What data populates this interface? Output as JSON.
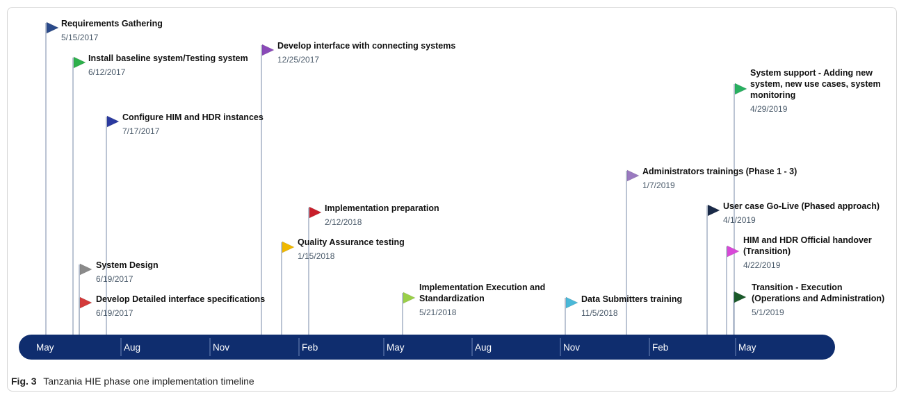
{
  "caption": {
    "label": "Fig. 3",
    "text": "Tanzania HIE phase one implementation timeline"
  },
  "colors": {
    "bar": "#0f2d6e",
    "stem": "#aab6c8",
    "title": "#111111",
    "date": "#4a5a6a"
  },
  "months": [
    "May",
    "Aug",
    "Nov",
    "Feb",
    "May",
    "Aug",
    "Nov",
    "Feb",
    "May"
  ],
  "events": [
    {
      "id": "requirements-gathering",
      "title": [
        "Requirements Gathering"
      ],
      "date": "5/15/2017",
      "color": "#2a4a8a"
    },
    {
      "id": "install-baseline-system",
      "title": [
        "Install baseline system/Testing system"
      ],
      "date": "6/12/2017",
      "color": "#2db04b"
    },
    {
      "id": "configure-him-hdr",
      "title": [
        "Configure HIM and HDR instances"
      ],
      "date": "7/17/2017",
      "color": "#2b3aa0"
    },
    {
      "id": "system-design",
      "title": [
        "System Design"
      ],
      "date": "6/19/2017",
      "color": "#8a8a8a"
    },
    {
      "id": "develop-detailed-interface-specs",
      "title": [
        "Develop Detailed interface specifications"
      ],
      "date": "6/19/2017",
      "color": "#d43a3a"
    },
    {
      "id": "develop-interface-connecting-systems",
      "title": [
        "Develop interface with connecting systems"
      ],
      "date": "12/25/2017",
      "color": "#8a4ab8"
    },
    {
      "id": "quality-assurance-testing",
      "title": [
        "Quality Assurance testing"
      ],
      "date": "1/15/2018",
      "color": "#f0b800"
    },
    {
      "id": "implementation-preparation",
      "title": [
        "Implementation preparation"
      ],
      "date": "2/12/2018",
      "color": "#c81e2a"
    },
    {
      "id": "implementation-execution-standardization",
      "title": [
        "Implementation Execution and",
        "Standardization"
      ],
      "date": "5/21/2018",
      "color": "#9ad048"
    },
    {
      "id": "data-submitters-training",
      "title": [
        "Data Submitters training"
      ],
      "date": "11/5/2018",
      "color": "#4ab8d8"
    },
    {
      "id": "administrators-trainings",
      "title": [
        "Administrators trainings (Phase 1 - 3)"
      ],
      "date": "1/7/2019",
      "color": "#9a7ac0"
    },
    {
      "id": "user-case-go-live",
      "title": [
        "User case Go-Live (Phased approach)"
      ],
      "date": "4/1/2019",
      "color": "#1a2a48"
    },
    {
      "id": "him-hdr-official-handover",
      "title": [
        "HIM and HDR Official handover",
        "(Transition)"
      ],
      "date": "4/22/2019",
      "color": "#d848d8"
    },
    {
      "id": "transition-execution",
      "title": [
        "Transition - Execution",
        "(Operations and Administration)"
      ],
      "date": "5/1/2019",
      "color": "#1a5a2a"
    },
    {
      "id": "system-support",
      "title": [
        "System support - Adding new",
        "system, new use cases, system",
        "monitoring"
      ],
      "date": "4/29/2019",
      "color": "#28b060"
    }
  ]
}
